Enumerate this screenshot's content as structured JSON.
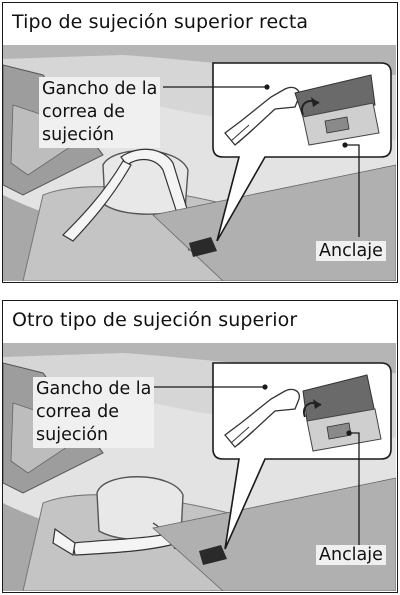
{
  "panels": [
    {
      "title": "Tipo de sujeción superior recta",
      "callout_lines": [
        "Gancho de la",
        "correa de",
        "sujeción"
      ],
      "anchor_label": "Anclaje"
    },
    {
      "title": "Otro tipo de sujeción superior",
      "callout_lines": [
        "Gancho de la",
        "correa de",
        "sujeción"
      ],
      "anchor_label": "Anclaje"
    }
  ],
  "colors": {
    "ink": "#1a1a1a",
    "background": "#ffffff",
    "interior_dark": "#8a8a8a",
    "interior_mid": "#c9c9c9",
    "interior_light": "#e6e6e6"
  }
}
